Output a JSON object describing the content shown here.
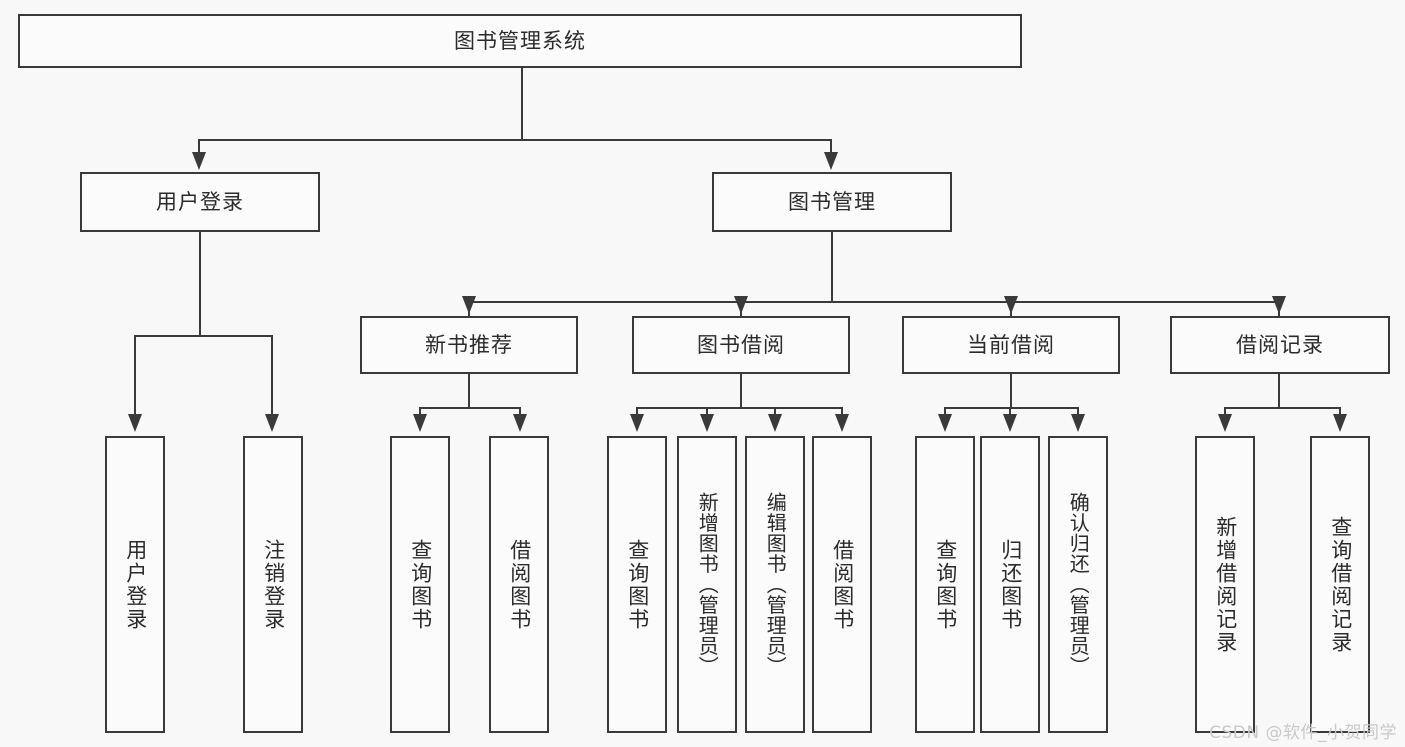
{
  "diagram": {
    "title": "图书管理系统",
    "root": {
      "label": "图书管理系统"
    },
    "level2": [
      {
        "label": "用户登录"
      },
      {
        "label": "图书管理"
      }
    ],
    "level3": [
      {
        "label": "新书推荐"
      },
      {
        "label": "图书借阅"
      },
      {
        "label": "当前借阅"
      },
      {
        "label": "借阅记录"
      }
    ],
    "leaves": {
      "user_login": [
        {
          "label": "用户登录"
        },
        {
          "label": "注销登录"
        }
      ],
      "new_book_recommend": [
        {
          "label": "查询图书"
        },
        {
          "label": "借阅图书"
        }
      ],
      "book_borrow": [
        {
          "label": "查询图书"
        },
        {
          "label": "新增图书（管理员）"
        },
        {
          "label": "编辑图书（管理员）"
        },
        {
          "label": "借阅图书"
        }
      ],
      "current_borrow": [
        {
          "label": "查询图书"
        },
        {
          "label": "归还图书"
        },
        {
          "label": "确认归还（管理员）"
        }
      ],
      "borrow_record": [
        {
          "label": "新增借阅记录"
        },
        {
          "label": "查询借阅记录"
        }
      ]
    }
  },
  "watermark": {
    "text": "CSDN @软件_小贺同学"
  },
  "colors": {
    "background": "#f8f8f8",
    "node_fill": "#fbfbfb",
    "stroke": "#3a3a3a",
    "text": "#2b2b2b",
    "watermark": "#c9c9c9"
  }
}
